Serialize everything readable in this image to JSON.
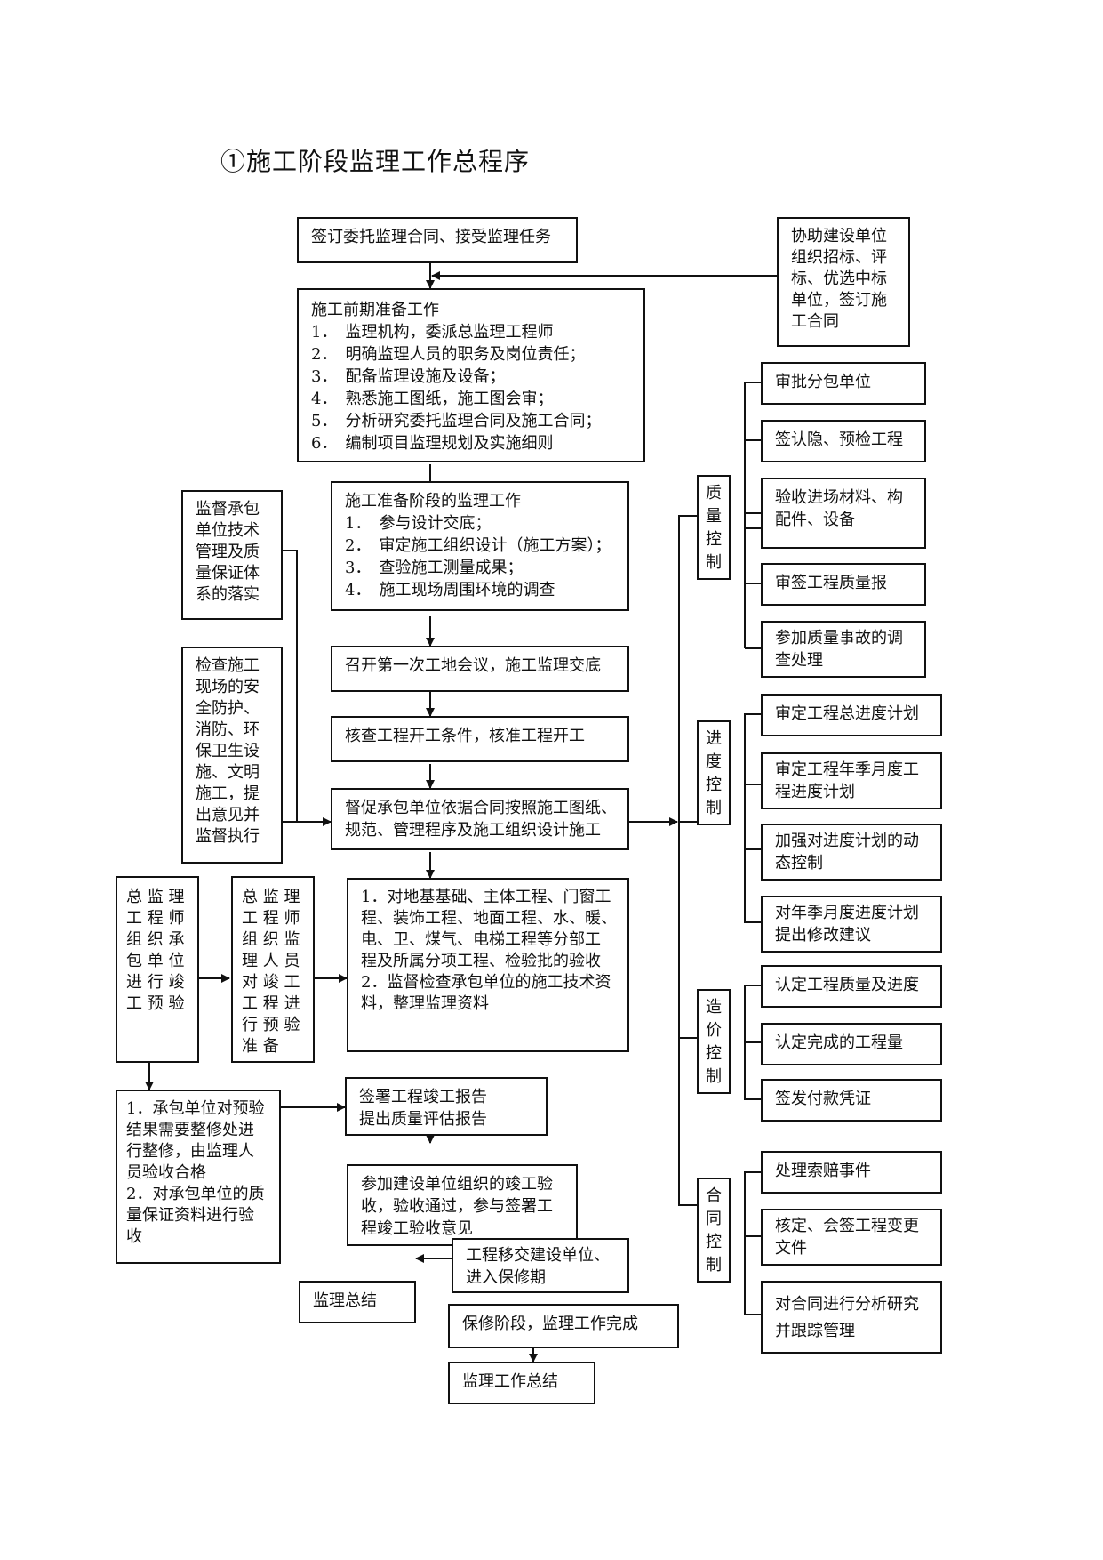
{
  "title": "①施工阶段监理工作总程序",
  "main": {
    "sign_contract": "签订委托监理合同、接受监理任务",
    "pre_construction": {
      "heading": "施工前期准备工作",
      "items": [
        "1．　监理机构，委派总监理工程师",
        "2．　明确监理人员的职务及岗位责任；",
        "3．　配备监理设施及设备；",
        "4．　熟悉施工图纸，施工图会审；",
        "5．　分析研究委托监理合同及施工合同；",
        "6．　编制项目监理规划及实施细则"
      ]
    },
    "preparation_stage": {
      "heading": "施工准备阶段的监理工作",
      "items": [
        "1．　参与设计交底；",
        "2．　审定施工组织设计（施工方案）；",
        "3．　查验施工测量成果；",
        "4．　施工现场周围环境的调查"
      ]
    },
    "first_meeting": "召开第一次工地会议，施工监理交底",
    "start_check": "核查工程开工条件，核准工程开工",
    "supervise": [
      "督促承包单位依据合同按照施工图纸、",
      "规范、管理程序及施工组织设计施工"
    ],
    "acceptance": [
      "1．对地基基础、主体工程、门窗工",
      "程、装饰工程、地面工程、水、暖、",
      "电、卫、煤气、电梯工程等分部工",
      "程及所属分项工程、检验批的验收",
      "2．监督检查承包单位的施工技术资",
      "料，整理监理资料"
    ],
    "completion_report": [
      "签署工程竣工报告",
      "提出质量评估报告"
    ],
    "final_acceptance": [
      "参加建设单位组织的竣工验",
      "收，验收通过，参与签署工",
      "程竣工验收意见"
    ],
    "handover": [
      "工程移交建设单位、",
      "进入保修期"
    ],
    "warranty": "保修阶段，监理工作完成",
    "work_summary": "监理工作总结",
    "supervision_summary": "监理总结"
  },
  "left": {
    "assist_bidding": [
      "协助建设单位",
      "组织招标、评",
      "标、优选中标",
      "单位，签订施",
      "工合同"
    ],
    "supervise_system": [
      "监督承包",
      "单位技术",
      "管理及质",
      "量保证体",
      "系的落实"
    ],
    "check_safety": [
      "检查施工",
      "现场的安",
      "全防护、",
      "消防、环",
      "保卫生设",
      "施、文明",
      "施工，提",
      "出意见并",
      "监督执行"
    ],
    "chief_organize": [
      "总 监 理",
      "工 程 师",
      "组 织 承",
      "包 单 位",
      "进 行 竣",
      "工 预 验"
    ],
    "chief_staff": [
      "总 监 理",
      "工 程 师",
      "组 织 监",
      "理 人 员",
      "对 竣 工",
      "工 程 进",
      "行 预 验",
      "准 备"
    ],
    "rectify": [
      "1．承包单位对预验",
      "结果需要整修处进",
      "行整修，由监理人",
      "员验收合格",
      "2．对承包单位的质",
      "量保证资料进行验",
      "收"
    ]
  },
  "controls": [
    {
      "label": [
        "质",
        "量",
        "控",
        "制"
      ],
      "items": [
        [
          "审批分包单位"
        ],
        [
          "签认隐、预检工程"
        ],
        [
          "验收进场材料、构",
          "配件、设备"
        ],
        [
          "审签工程质量报"
        ],
        [
          "参加质量事故的调",
          "查处理"
        ]
      ]
    },
    {
      "label": [
        "进",
        "度",
        "控",
        "制"
      ],
      "items": [
        [
          "审定工程总进度计划"
        ],
        [
          "审定工程年季月度工",
          "程进度计划"
        ],
        [
          "加强对进度计划的动",
          "态控制"
        ],
        [
          "对年季月度进度计划",
          "提出修改建议"
        ]
      ]
    },
    {
      "label": [
        "造",
        "价",
        "控",
        "制"
      ],
      "items": [
        [
          "认定工程质量及进度"
        ],
        [
          "认定完成的工程量"
        ],
        [
          "签发付款凭证"
        ]
      ]
    },
    {
      "label": [
        "合",
        "同",
        "控",
        "制"
      ],
      "items": [
        [
          "处理索赔事件"
        ],
        [
          "核定、会签工程变更",
          "文件"
        ],
        [
          "对合同进行分析研究",
          "并跟踪管理"
        ]
      ]
    }
  ]
}
